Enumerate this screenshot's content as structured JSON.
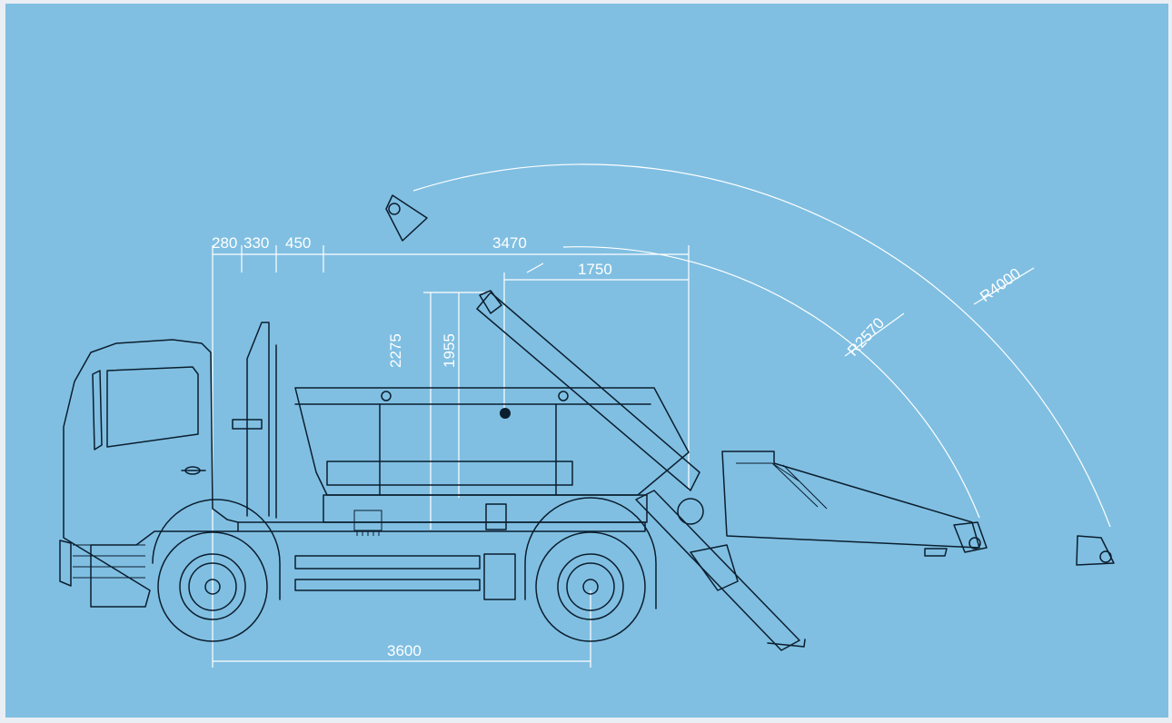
{
  "colors": {
    "background": "#80bfe2",
    "border": "#e9eef4",
    "linework": "#0b1e2e",
    "dimension": "#ffffff"
  },
  "dimensions": {
    "d280": "280",
    "d330": "330",
    "d450": "450",
    "d3470": "3470",
    "d1750": "1750",
    "d2275": "2275",
    "d1955": "1955",
    "d3600": "3600",
    "r2570": "R2570",
    "r4000": "R4000"
  }
}
